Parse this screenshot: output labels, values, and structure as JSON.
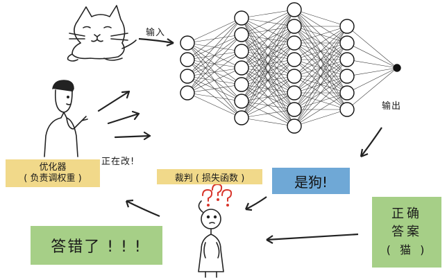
{
  "labels": {
    "input": "输入",
    "output": "输出",
    "fixing": "正在改!",
    "optimizer_line1": "优化器",
    "optimizer_line2": "( 负责调权重 )",
    "judge": "裁判 ( 损失函数 )",
    "prediction": "是狗!",
    "wrong": "答错了 ! ! !",
    "truth_line1": "正确",
    "truth_line2": "答案",
    "truth_line3": "( 猫 )",
    "question_marks": "???"
  },
  "network": {
    "layers": [
      4,
      7,
      8,
      6,
      1
    ]
  },
  "icons": [
    "cat-drawing",
    "optimizer-person",
    "judge-person"
  ],
  "colors": {
    "yellow": "#f1d98a",
    "blue": "#6fa8d6",
    "green": "#a6cf87",
    "question_red": "#d8342a"
  }
}
